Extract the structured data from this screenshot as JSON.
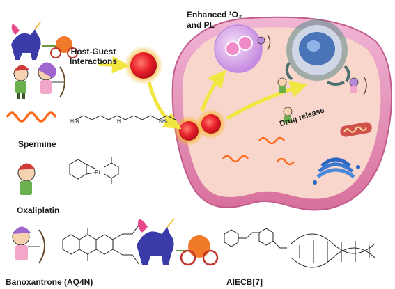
{
  "labels": {
    "host_guest_line1": "Host-Guest",
    "host_guest_line2": "Interactions",
    "enhanced_line1": "Enhanced ¹O₂",
    "enhanced_line2": "and PL",
    "drug_release": "Drug release",
    "spermine": "Spermine",
    "oxaliplatin": "Oxaliplatin",
    "banoxantrone": "Banoxantrone (AQ4N)",
    "aiecb": "AIECB[7]",
    "pt_symbol": "Pt"
  },
  "colors": {
    "cell_membrane": "#e8a0c8",
    "cytoplasm": "#f7d2c6",
    "nanoparticle": "#e8202a",
    "nanoparticle_glow": "#f5b52b",
    "spermine_wave": "#ff6a1a",
    "arrow": "#f2e640",
    "nucleus": "#4a74b8",
    "mitochondria": "#d0504a",
    "enhanced_vesicle": "#d79ce8"
  },
  "icons": [
    "unicorn-carriage-icon",
    "boy-character-icon",
    "archer-girl-icon",
    "spermine-wave-icon",
    "nucleus-icon",
    "mitochondria-icon",
    "golgi-icon"
  ]
}
